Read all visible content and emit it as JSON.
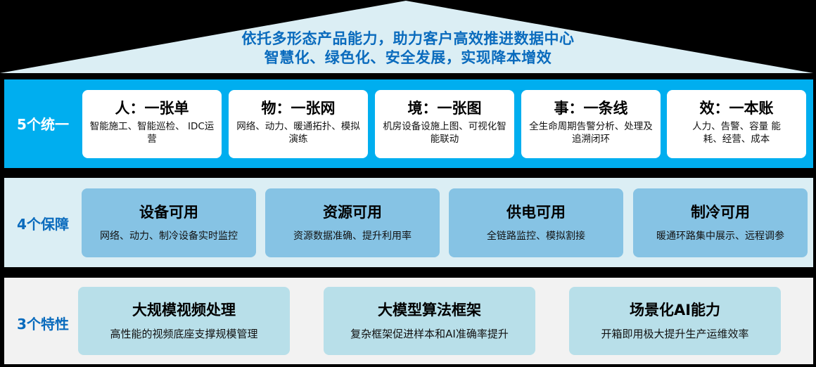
{
  "roof": {
    "line1": "依托多形态产品能力，助力客户高效推进数据中心",
    "line2": "智慧化、绿色化、安全发展，实现降本增效"
  },
  "colors": {
    "roof_fill": "#dbeef4",
    "roof_text": "#0a6bbd",
    "band1_bg": "#00aeef",
    "band2_bg": "#dbeef4",
    "band2_card": "#86c3e4",
    "band3_bg": "#f2f2f2",
    "band3_card": "#b8dfe9"
  },
  "bands": [
    {
      "label": "5个统一",
      "cards": [
        {
          "title": "人：一张单",
          "desc": "智能施工、智能巡检、 IDC运营"
        },
        {
          "title": "物：一张网",
          "desc": "网络、动力、暖通拓扑、模拟演练"
        },
        {
          "title": "境：一张图",
          "desc": "机房设备设施上图、可视化智能联动"
        },
        {
          "title": "事：一条线",
          "desc": "全生命周期告警分析、处理及追溯闭环"
        },
        {
          "title": "效：一本账",
          "desc": "人力、告警、容量 能耗、经营、成本"
        }
      ]
    },
    {
      "label": "4个保障",
      "cards": [
        {
          "title": "设备可用",
          "desc": "网络、动力、制冷设备实时监控"
        },
        {
          "title": "资源可用",
          "desc": "资源数据准确、提升利用率"
        },
        {
          "title": "供电可用",
          "desc": "全链路监控、模拟割接"
        },
        {
          "title": "制冷可用",
          "desc": "暖通环路集中展示、远程调参"
        }
      ]
    },
    {
      "label": "3个特性",
      "cards": [
        {
          "title": "大规模视频处理",
          "desc": "高性能的视频底座支撑规模管理"
        },
        {
          "title": "大模型算法框架",
          "desc": "复杂框架促进样本和AI准确率提升"
        },
        {
          "title": "场景化AI能力",
          "desc": "开箱即用极大提升生产运维效率"
        }
      ]
    }
  ]
}
